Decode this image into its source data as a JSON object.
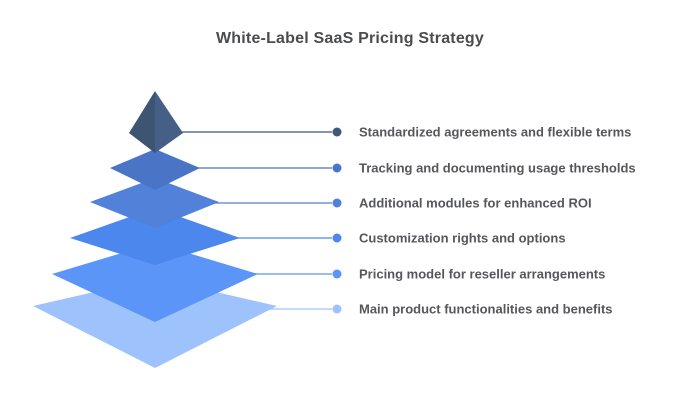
{
  "title": "White-Label SaaS Pricing Strategy",
  "pyramid": {
    "layers": [
      {
        "label": "Standardized agreements and flexible terms",
        "color": "#3f5878"
      },
      {
        "label": "Tracking and documenting usage thresholds",
        "color": "#4a75c6"
      },
      {
        "label": "Additional modules for enhanced ROI",
        "color": "#5181d8"
      },
      {
        "label": "Customization rights and options",
        "color": "#4c87ed"
      },
      {
        "label": "Pricing model for reseller arrangements",
        "color": "#5b95f8"
      },
      {
        "label": "Main product functionalities and benefits",
        "color": "#9ec3fc"
      }
    ],
    "apex_left_face": "#3d5472",
    "apex_right_face": "#465f86"
  },
  "colors": {
    "background": "#ffffff",
    "title_text": "#4b4c4e",
    "label_text": "#56575b"
  }
}
